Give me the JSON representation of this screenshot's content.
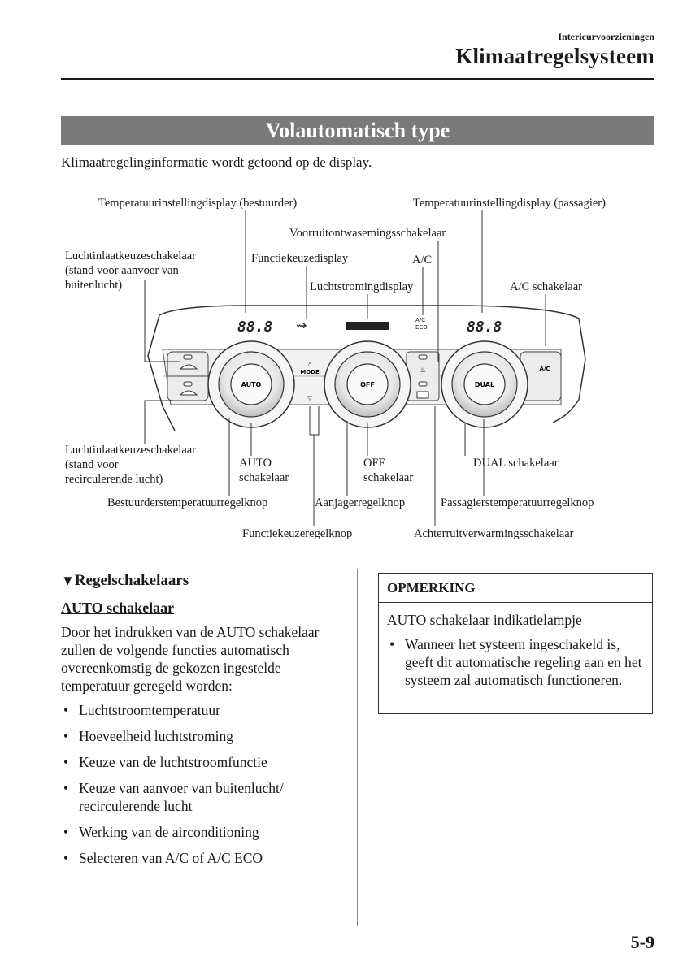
{
  "header": {
    "section": "Interieurvoorzieningen",
    "title": "Klimaatregelsysteem"
  },
  "banner": "Volautomatisch type",
  "intro": "Klimaatregelinginformatie wordt getoond op de display.",
  "diagram": {
    "labels": {
      "temp_display_driver": "Temperatuurinstellingdisplay (bestuurder)",
      "temp_display_passenger": "Temperatuurinstellingdisplay (passagier)",
      "defroster_switch": "Voorruitontwasemingsschakelaar",
      "air_intake_outside": [
        "Luchtinlaatkeuzeschakelaar",
        "(stand voor aanvoer van",
        "buitenlucht)"
      ],
      "function_display": "Functiekeuzedisplay",
      "ac": "A/C",
      "airflow_display": "Luchtstromingdisplay",
      "ac_switch": "A/C schakelaar",
      "air_intake_recirc": [
        "Luchtinlaatkeuzeschakelaar",
        "(stand voor",
        "recirculerende lucht)"
      ],
      "auto_switch": [
        "AUTO",
        "schakelaar"
      ],
      "off_switch": [
        "OFF",
        "schakelaar"
      ],
      "dual_switch": "DUAL schakelaar",
      "driver_temp_knob": "Bestuurderstemperatuurregelknop",
      "fan_knob": "Aanjagerregelknop",
      "passenger_temp_knob": "Passagierstemperatuurregelknop",
      "function_knob": "Functiekeuzeregelknop",
      "rear_defogger": "Achterruitverwarmingsschakelaar"
    },
    "panel": {
      "temp_readout": "88.8",
      "auto": "AUTO",
      "off": "OFF",
      "dual": "DUAL",
      "mode": "MODE",
      "ac_button": "A/C",
      "ac_eco": [
        "A/C",
        "ECO"
      ]
    }
  },
  "left": {
    "heading": "Regelschakelaars",
    "auto_heading": "AUTO schakelaar",
    "auto_body": "Door het indrukken van de AUTO schakelaar zullen de volgende functies automatisch overeenkomstig de gekozen ingestelde temperatuur geregeld worden:",
    "bullets": [
      "Luchtstroomtemperatuur",
      "Hoeveelheid luchtstroming",
      "Keuze van de luchtstroomfunctie",
      "Keuze van aanvoer van buitenlucht/ recirculerende lucht",
      "Werking van de airconditioning",
      "Selecteren van A/C of A/C ECO"
    ]
  },
  "note": {
    "heading": "OPMERKING",
    "text": "AUTO schakelaar indikatielampje",
    "bullets": [
      "Wanneer het systeem ingeschakeld is, geeft dit automatische regeling aan en het systeem zal automatisch functioneren."
    ]
  },
  "page_number": "5-9"
}
